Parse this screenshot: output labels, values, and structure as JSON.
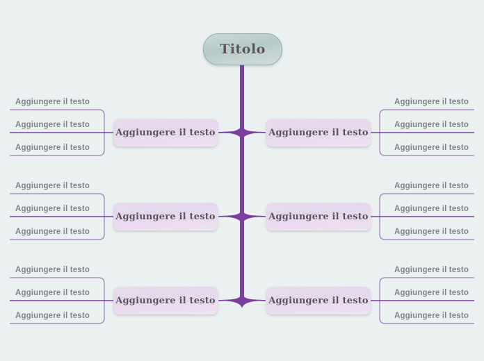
{
  "diagram": {
    "type": "mind-map",
    "language": "it",
    "background_color": "#eaf1f0",
    "spine_color": "#7c3fa0",
    "bracket_color": "#a98cc4",
    "node_fill": "#e8dcee",
    "title_fill": "#c0d2d1",
    "leaf_text_color": "#82848b",
    "node_text_color": "#5a5260"
  },
  "title": {
    "label": "Titolo"
  },
  "branches": [
    {
      "id": "left-1",
      "side": "left",
      "label": "Aggiungere il testo",
      "leaves": [
        {
          "label": "Aggiungere il testo"
        },
        {
          "label": "Aggiungere il testo"
        },
        {
          "label": "Aggiungere il testo"
        }
      ]
    },
    {
      "id": "right-1",
      "side": "right",
      "label": "Aggiungere il testo",
      "leaves": [
        {
          "label": "Aggiungere il testo"
        },
        {
          "label": "Aggiungere il testo"
        },
        {
          "label": "Aggiungere il testo"
        }
      ]
    },
    {
      "id": "left-2",
      "side": "left",
      "label": "Aggiungere il testo",
      "leaves": [
        {
          "label": "Aggiungere il testo"
        },
        {
          "label": "Aggiungere il testo"
        },
        {
          "label": "Aggiungere il testo"
        }
      ]
    },
    {
      "id": "right-2",
      "side": "right",
      "label": "Aggiungere il testo",
      "leaves": [
        {
          "label": "Aggiungere il testo"
        },
        {
          "label": "Aggiungere il testo"
        },
        {
          "label": "Aggiungere il testo"
        }
      ]
    },
    {
      "id": "left-3",
      "side": "left",
      "label": "Aggiungere il testo",
      "leaves": [
        {
          "label": "Aggiungere il testo"
        },
        {
          "label": "Aggiungere il testo"
        },
        {
          "label": "Aggiungere il testo"
        }
      ]
    },
    {
      "id": "right-3",
      "side": "right",
      "label": "Aggiungere il testo",
      "leaves": [
        {
          "label": "Aggiungere il testo"
        },
        {
          "label": "Aggiungere il testo"
        },
        {
          "label": "Aggiungere il testo"
        }
      ]
    }
  ]
}
